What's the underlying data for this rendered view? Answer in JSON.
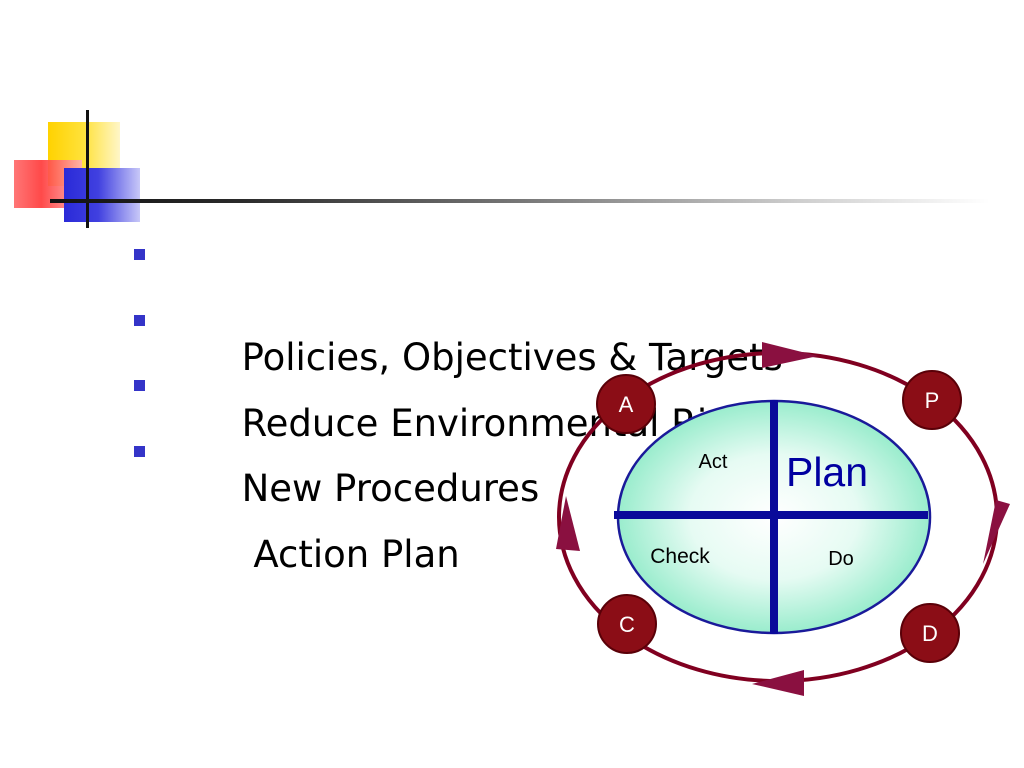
{
  "bullets": [
    {
      "text": "Policies, Objectives & Targets"
    },
    {
      "text": "Reduce Environmental Risk"
    },
    {
      "text": "New Procedures"
    },
    {
      "text": " Action Plan"
    }
  ],
  "cycle": {
    "center_label": "Plan",
    "quadrants": {
      "act": "Act",
      "check": "Check",
      "do": "Do"
    },
    "nodes": {
      "p": "P",
      "d": "D",
      "c": "C",
      "a": "A"
    }
  },
  "colors": {
    "bullet": "#3434c8",
    "ring": "#800020",
    "node_fill": "#8b0d16",
    "cross": "#0a0a9a",
    "ellipse_fill": "#7ee8c0",
    "plan_text": "#0000a0"
  }
}
